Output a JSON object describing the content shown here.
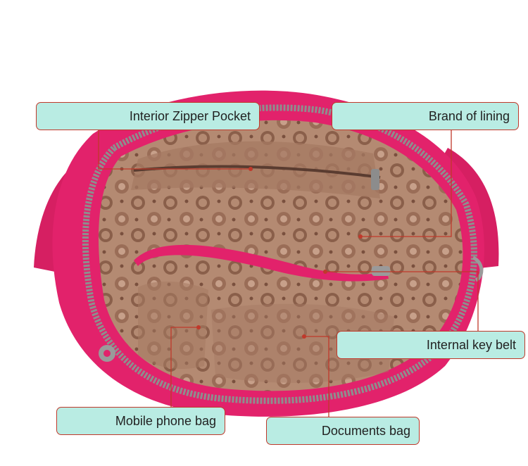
{
  "callouts": {
    "interior_zipper_pocket": "Interior Zipper Pocket",
    "brand_of_lining": "Brand of lining",
    "internal_key_belt": "Internal key belt",
    "mobile_phone_bag": "Mobile phone bag",
    "documents_bag": "Documents bag"
  },
  "colors": {
    "bag_body": "#e2226b",
    "lining": "#b48a72",
    "callout_fill": "#b9ece3",
    "leader_line": "#c0392b"
  }
}
